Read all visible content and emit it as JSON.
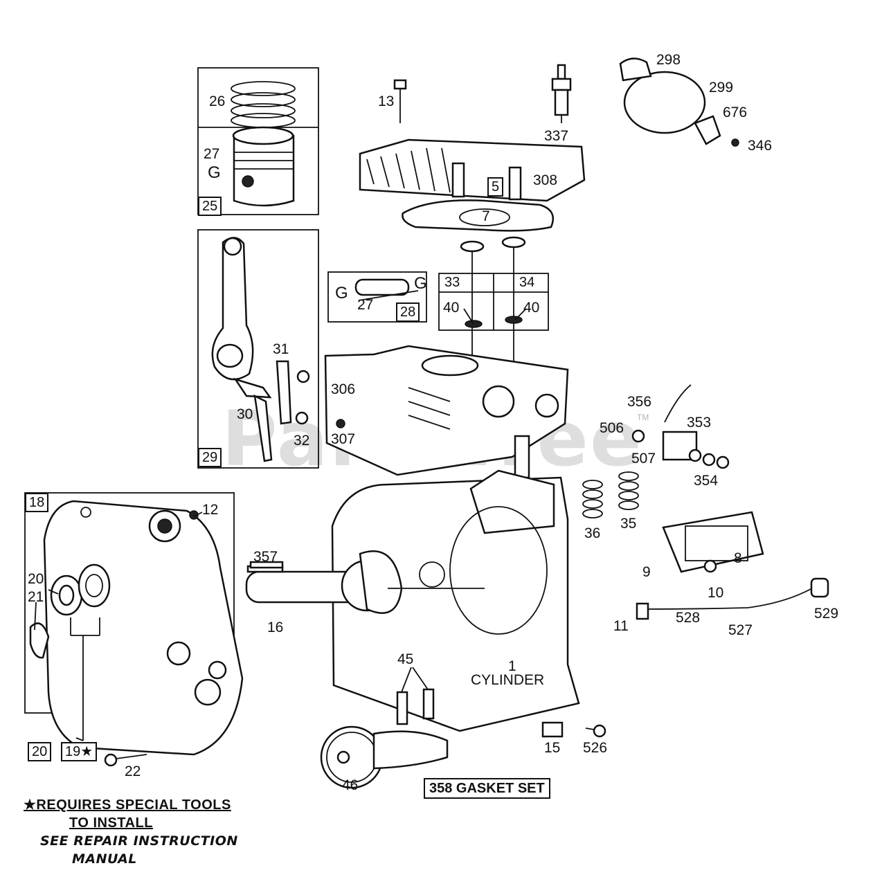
{
  "watermark": "PartsTree",
  "watermark_tm": "TM",
  "note": {
    "line1": "★REQUIRES SPECIAL TOOLS",
    "line2": "TO INSTALL",
    "line3": "SEE REPAIR INSTRUCTION",
    "line4": "MANUAL"
  },
  "gasket_set_label": "358 GASKET SET",
  "cylinder_label": "CYLINDER",
  "boxed_labels": {
    "b25": "25",
    "b29": "29",
    "b18": "18",
    "b20": "20",
    "b19": "19★",
    "b28": "28",
    "b33": "33",
    "b34": "34"
  },
  "callouts": {
    "c26": "26",
    "c27a": "27",
    "c27g": "G",
    "c13": "13",
    "c337": "337",
    "c298": "298",
    "c299": "299",
    "c676": "676",
    "c346": "346",
    "c5": "5",
    "c308": "308",
    "c7": "7",
    "c27b": "27",
    "c40a": "40",
    "c40b": "40",
    "c31": "31",
    "c30": "30",
    "c32": "32",
    "c306": "306",
    "c307": "307",
    "c356": "356",
    "c506": "506",
    "c353": "353",
    "c507": "507",
    "c354": "354",
    "c36": "36",
    "c35": "35",
    "c12": "12",
    "c357": "357",
    "c20": "20",
    "c21": "21",
    "c16": "16",
    "c8": "8",
    "c9": "9",
    "c10": "10",
    "c1": "1",
    "c11": "11",
    "c528": "528",
    "c527": "527",
    "c529": "529",
    "c45": "45",
    "c15": "15",
    "c526": "526",
    "c22": "22",
    "c46": "46"
  }
}
